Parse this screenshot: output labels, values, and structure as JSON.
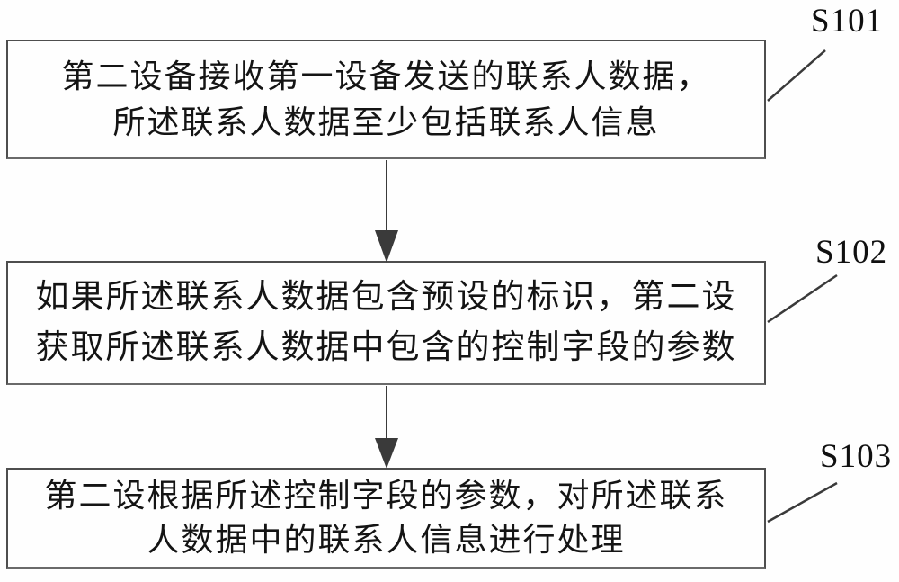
{
  "figure": {
    "background": "#fefefe",
    "line_color": "#3a3a3a",
    "border_color": "#4e4e4e",
    "text_color": "#141414",
    "steps": [
      {
        "id": "S101",
        "lines": [
          "第二设备接收第一设备发送的联系人数据，",
          "所述联系人数据至少包括联系人信息"
        ]
      },
      {
        "id": "S102",
        "lines": [
          "如果所述联系人数据包含预设的标识，第二设",
          "获取所述联系人数据中包含的控制字段的参数"
        ]
      },
      {
        "id": "S103",
        "lines": [
          "第二设根据所述控制字段的参数，对所述联系",
          "人数据中的联系人信息进行处理"
        ]
      }
    ]
  }
}
